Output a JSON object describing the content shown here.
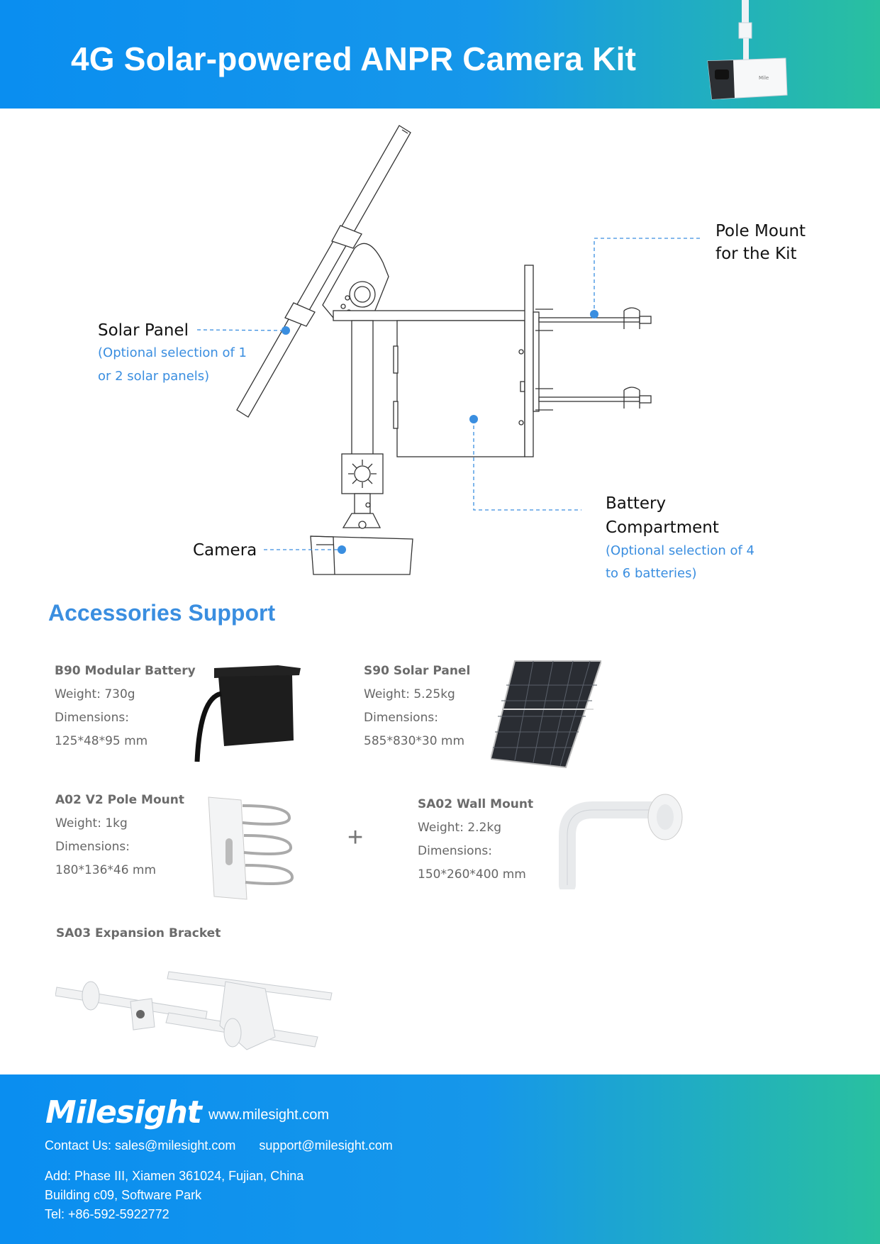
{
  "header": {
    "title": "4G Solar-powered ANPR Camera Kit"
  },
  "diagram": {
    "solar_panel": {
      "label": "Solar Panel",
      "sub1": "(Optional selection of 1",
      "sub2": "or 2 solar panels)"
    },
    "pole_mount": {
      "line1": "Pole Mount",
      "line2": "for the Kit"
    },
    "battery": {
      "line1": "Battery",
      "line2": "Compartment",
      "sub1": "(Optional selection of 4",
      "sub2": "to 6 batteries)"
    },
    "camera": {
      "label": "Camera"
    }
  },
  "accessories": {
    "title": "Accessories Support",
    "items": [
      {
        "name": "B90 Modular Battery",
        "weight": "Weight: 730g",
        "dim_label": "Dimensions:",
        "dims": "125*48*95 mm"
      },
      {
        "name": "S90 Solar Panel",
        "weight": "Weight: 5.25kg",
        "dim_label": "Dimensions:",
        "dims": "585*830*30 mm"
      },
      {
        "name": "A02 V2 Pole Mount",
        "weight": "Weight: 1kg",
        "dim_label": "Dimensions:",
        "dims": "180*136*46 mm"
      },
      {
        "name": "SA02 Wall Mount",
        "weight": "Weight: 2.2kg",
        "dim_label": "Dimensions:",
        "dims": "150*260*400 mm"
      },
      {
        "name": "SA03 Expansion Bracket"
      }
    ],
    "plus": "+"
  },
  "footer": {
    "logo": "Milesight",
    "separator": "I",
    "website": "www.milesight.com",
    "contact_label": "Contact Us: sales@milesight.com",
    "support_email": "support@milesight.com",
    "address1": "Add: Phase III, Xiamen 361024, Fujian, China",
    "address2": "Building c09, Software Park",
    "tel": "Tel: +86-592-5922772"
  },
  "colors": {
    "accent": "#3a8ee0",
    "gradient_start": "#0a8ef0",
    "gradient_end": "#29c0a0"
  }
}
